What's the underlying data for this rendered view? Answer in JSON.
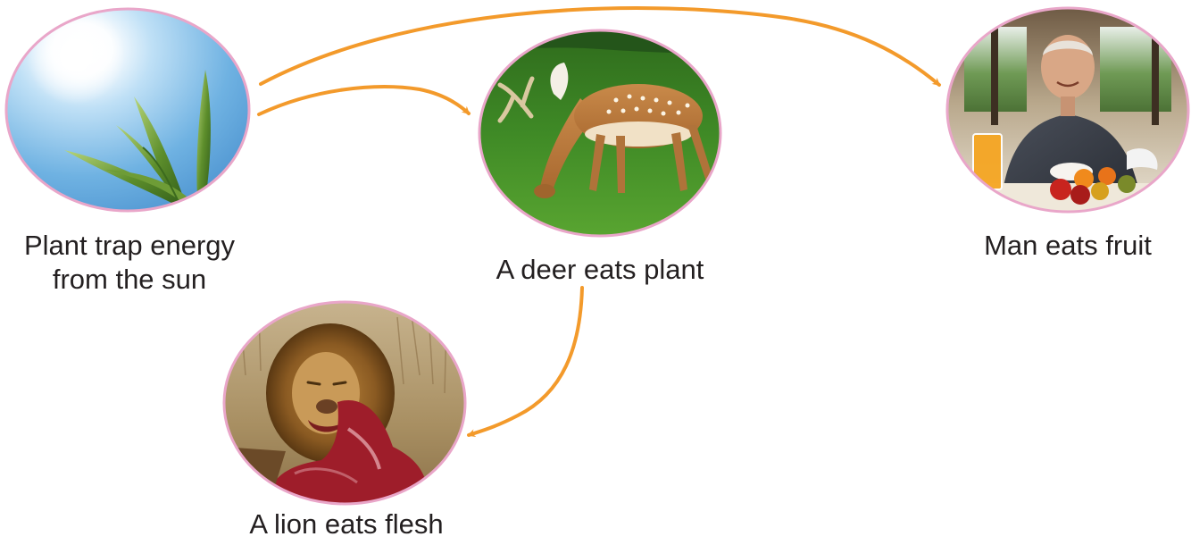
{
  "nodes": {
    "plant": {
      "caption_line1": "Plant trap energy",
      "caption_line2": "from the sun"
    },
    "deer": {
      "caption": "A deer eats plant"
    },
    "man": {
      "caption": "Man eats fruit"
    },
    "lion": {
      "caption": "A lion eats flesh"
    }
  },
  "colors": {
    "arrow": "#f39a2b",
    "ellipse_border": "#e9a6c9",
    "caption_text": "#231f20"
  },
  "arrows": [
    {
      "from": "plant",
      "to": "man"
    },
    {
      "from": "plant",
      "to": "deer"
    },
    {
      "from": "deer",
      "to": "lion"
    }
  ]
}
